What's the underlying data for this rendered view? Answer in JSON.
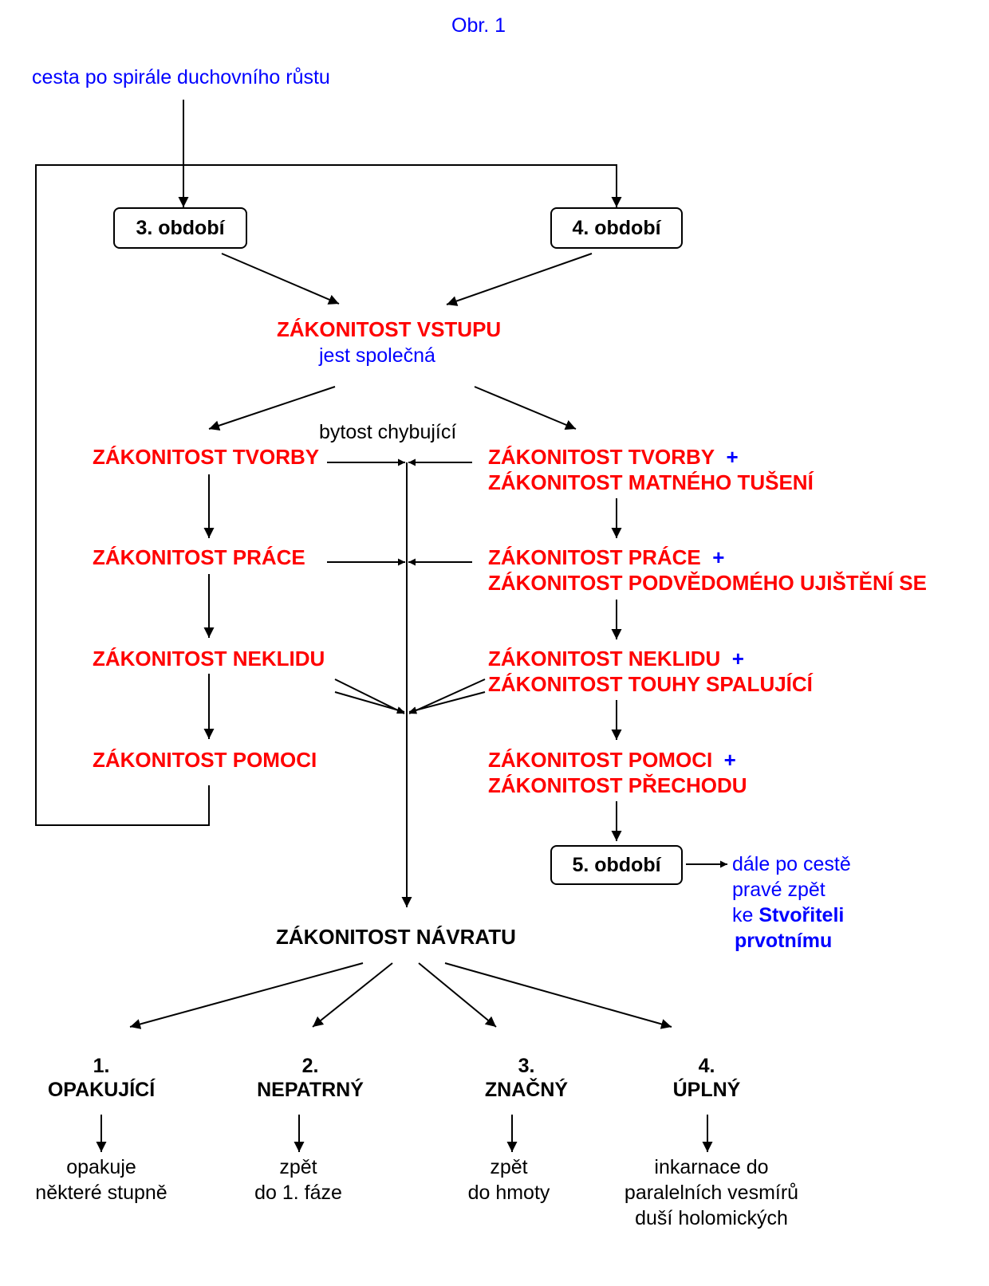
{
  "figure_label": "Obr. 1",
  "entry_label": "cesta po spirále duchovního růstu",
  "periods": {
    "p3": "3. období",
    "p4": "4. období",
    "p5": "5. období"
  },
  "entry_law": {
    "title": "ZÁKONITOST VSTUPU",
    "subtitle": "jest společná"
  },
  "missing_being_label": "bytost chybující",
  "left_column": [
    "ZÁKONITOST TVORBY",
    "ZÁKONITOST PRÁCE",
    "ZÁKONITOST NEKLIDU",
    "ZÁKONITOST POMOCI"
  ],
  "right_column": [
    {
      "line1": "ZÁKONITOST TVORBY",
      "plus": "+",
      "line2": "ZÁKONITOST MATNÉHO TUŠENÍ"
    },
    {
      "line1": "ZÁKONITOST PRÁCE",
      "plus": "+",
      "line2": "ZÁKONITOST PODVĚDOMÉHO UJIŠTĚNÍ SE"
    },
    {
      "line1": "ZÁKONITOST NEKLIDU",
      "plus": "+",
      "line2": "ZÁKONITOST TOUHY SPALUJÍCÍ"
    },
    {
      "line1": "ZÁKONITOST POMOCI",
      "plus": "+",
      "line2": "ZÁKONITOST PŘECHODU"
    }
  ],
  "continuation": {
    "line1": "dále po cestě",
    "line2": "pravé zpět",
    "line3_prefix": "ke ",
    "line3_bold": "Stvořiteli",
    "line4_bold": "prvotnímu"
  },
  "return_law": "ZÁKONITOST NÁVRATU",
  "return_types": [
    {
      "number": "1.",
      "name": "OPAKUJÍCÍ",
      "desc": [
        "opakuje",
        "některé stupně"
      ]
    },
    {
      "number": "2.",
      "name": "NEPATRNÝ",
      "desc": [
        "zpět",
        "do 1. fáze"
      ]
    },
    {
      "number": "3.",
      "name": "ZNAČNÝ",
      "desc": [
        "zpět",
        "do hmoty"
      ]
    },
    {
      "number": "4.",
      "name": "ÚPLNÝ",
      "desc": [
        "inkarnace do",
        "paralelních vesmírů",
        "duší holomických"
      ]
    }
  ],
  "colors": {
    "law_red": "#ff0000",
    "note_blue": "#0000ff",
    "line_black": "#000000"
  }
}
